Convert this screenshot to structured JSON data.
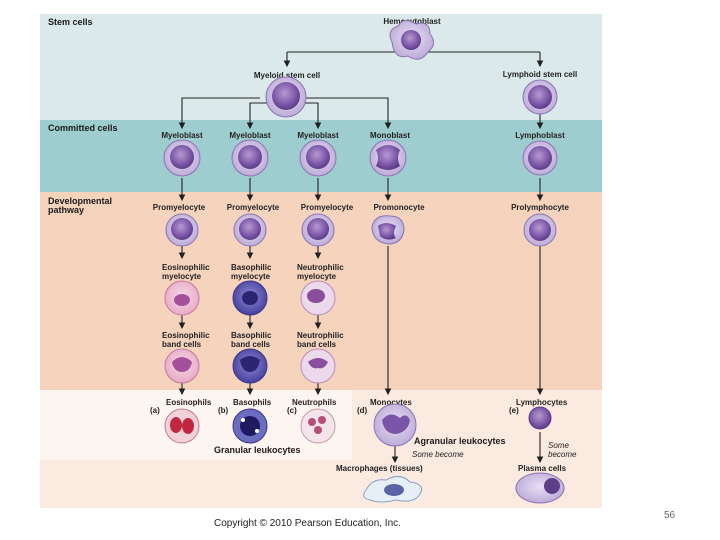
{
  "sections": {
    "stem": "Stem cells",
    "committed": "Committed cells",
    "developmental": "Developmental pathway"
  },
  "cells": {
    "hemocytoblast": "Hemocytoblast",
    "myeloid_stem": "Myeloid stem cell",
    "lymphoid_stem": "Lymphoid stem cell",
    "myeloblast": "Myeloblast",
    "monoblast": "Monoblast",
    "lymphoblast": "Lymphoblast",
    "promyelocyte": "Promyelocyte",
    "promonocyte": "Promonocyte",
    "prolymphocyte": "Prolymphocyte",
    "eos_myelocyte": "Eosinophilic myelocyte",
    "baso_myelocyte": "Basophilic myelocyte",
    "neut_myelocyte": "Neutrophilic myelocyte",
    "eos_band": "Eosinophilic band cells",
    "baso_band": "Basophilic band cells",
    "neut_band": "Neutrophilic band cells",
    "eosinophils": "Eosinophils",
    "basophils": "Basophils",
    "neutrophils": "Neutrophils",
    "monocytes": "Monocytes",
    "lymphocytes": "Lymphocytes",
    "macrophages": "Macrophages (tissues)",
    "plasma_cells": "Plasma cells"
  },
  "letters": {
    "a": "(a)",
    "b": "(b)",
    "c": "(c)",
    "d": "(d)",
    "e": "(e)"
  },
  "groups": {
    "granular": "Granular leukocytes",
    "agranular": "Agranular leukocytes",
    "some_become_mono": "Some become",
    "some_become_lymph": "Some become"
  },
  "footer": {
    "copyright": "Copyright © 2010 Pearson Education, Inc.",
    "page_number": "56"
  },
  "colors": {
    "stem_band": "#dbe9ea",
    "committed_band": "#9ecdcf",
    "developmental_band": "#f6d3bd",
    "mature_band": "#fbeadf",
    "granular_box": "#fdf5ef"
  }
}
